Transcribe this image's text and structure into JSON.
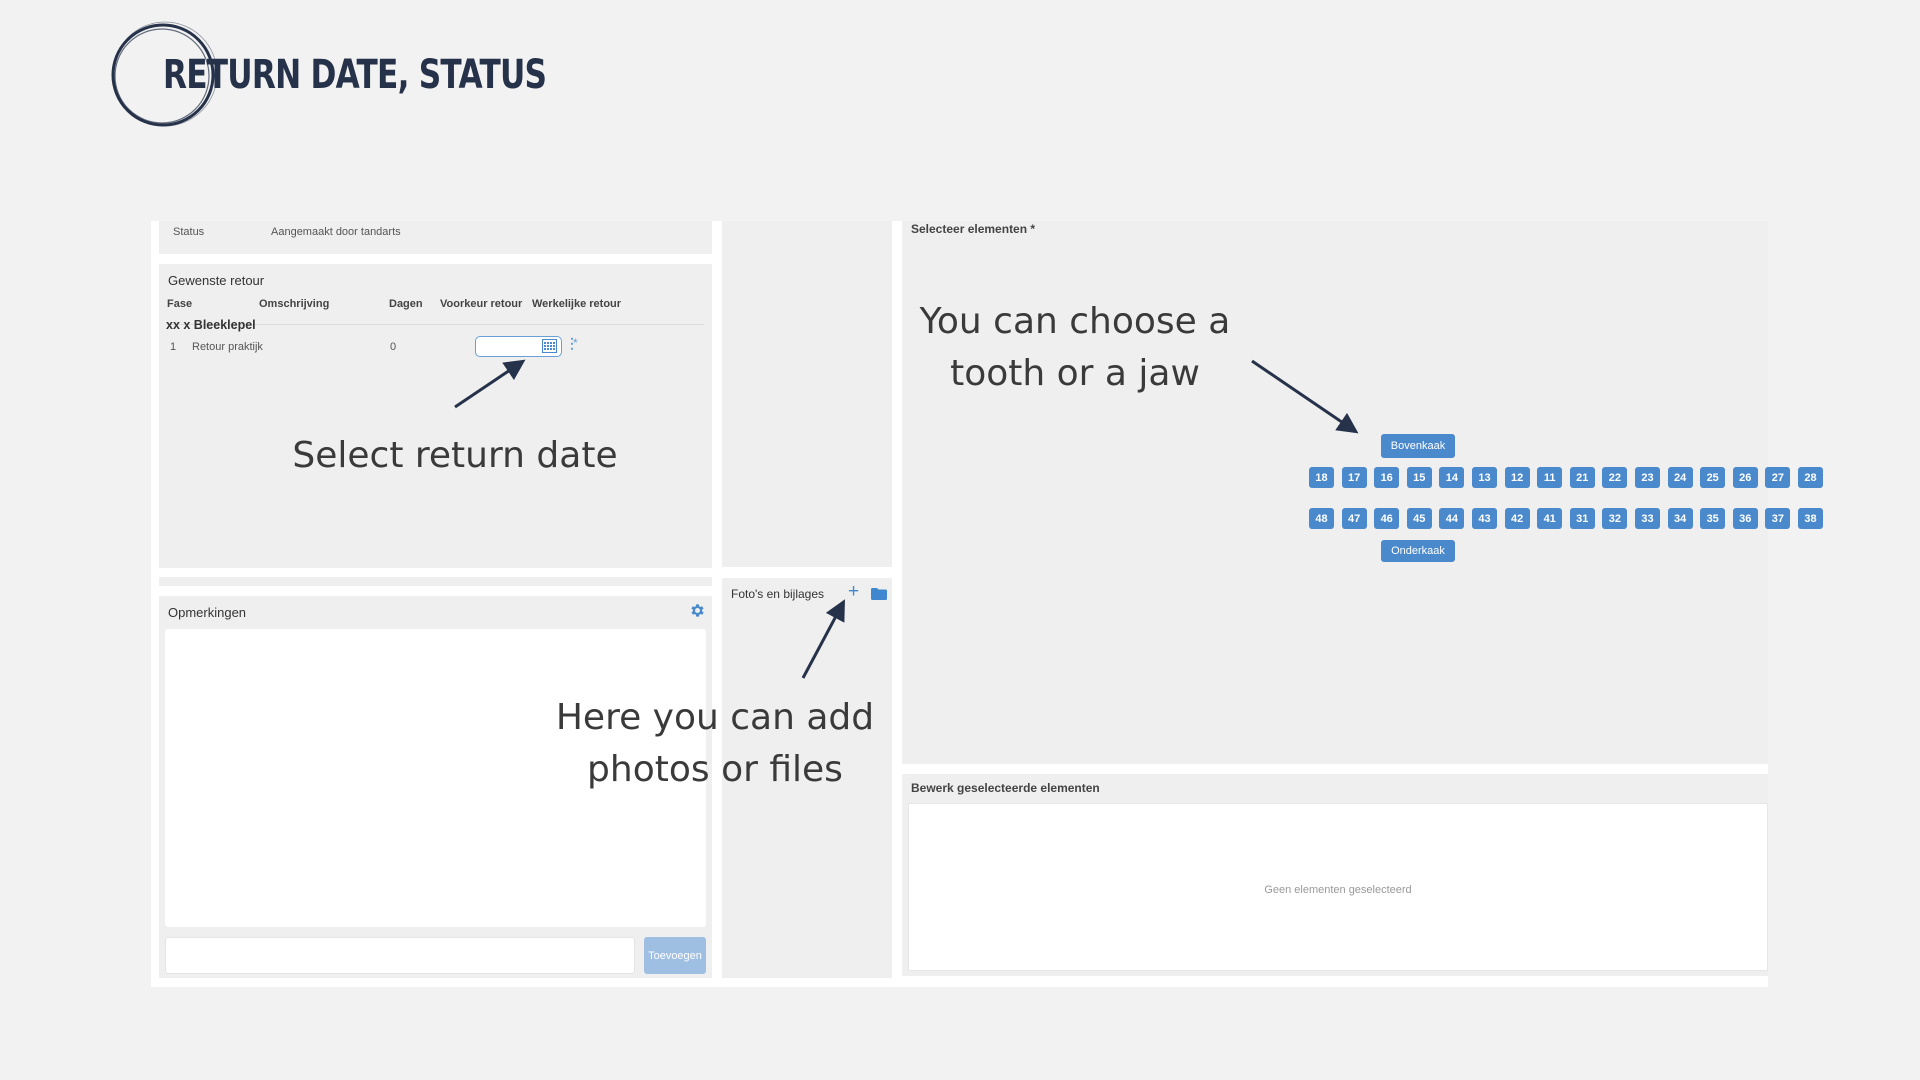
{
  "slide": {
    "title": "RETURN DATE, STATUS"
  },
  "status": {
    "label": "Status",
    "value": "Aangemaakt door tandarts"
  },
  "retour": {
    "title": "Gewenste retour",
    "columns": [
      "Fase",
      "Omschrijving",
      "Dagen",
      "Voorkeur retour",
      "Werkelijke retour"
    ],
    "group": "xx x Bleeklepel",
    "row": {
      "fase": "1",
      "omschrijving": "Retour praktijk",
      "dagen": "0",
      "required_mark": "*"
    }
  },
  "opmerkingen": {
    "title": "Opmerkingen",
    "add_button": "Toevoegen"
  },
  "fotos": {
    "title": "Foto's en bijlages"
  },
  "select": {
    "title": "Selecteer elementen *",
    "upper_jaw": "Bovenkaak",
    "lower_jaw": "Onderkaak",
    "upper_teeth": [
      "18",
      "17",
      "16",
      "15",
      "14",
      "13",
      "12",
      "11",
      "21",
      "22",
      "23",
      "24",
      "25",
      "26",
      "27",
      "28"
    ],
    "lower_teeth": [
      "48",
      "47",
      "46",
      "45",
      "44",
      "43",
      "42",
      "41",
      "31",
      "32",
      "33",
      "34",
      "35",
      "36",
      "37",
      "38"
    ]
  },
  "bewerk": {
    "title": "Bewerk geselecteerde elementen",
    "empty": "Geen elementen geselecteerd"
  },
  "annotations": {
    "return_date": "Select return date",
    "tooth_jaw": "You can choose a\ntooth or a jaw",
    "photos": "Here you can add\nphotos or files"
  },
  "colors": {
    "accent": "#4a89cc",
    "title": "#26324a",
    "panel": "#efefef",
    "background": "#f2f2f2"
  }
}
